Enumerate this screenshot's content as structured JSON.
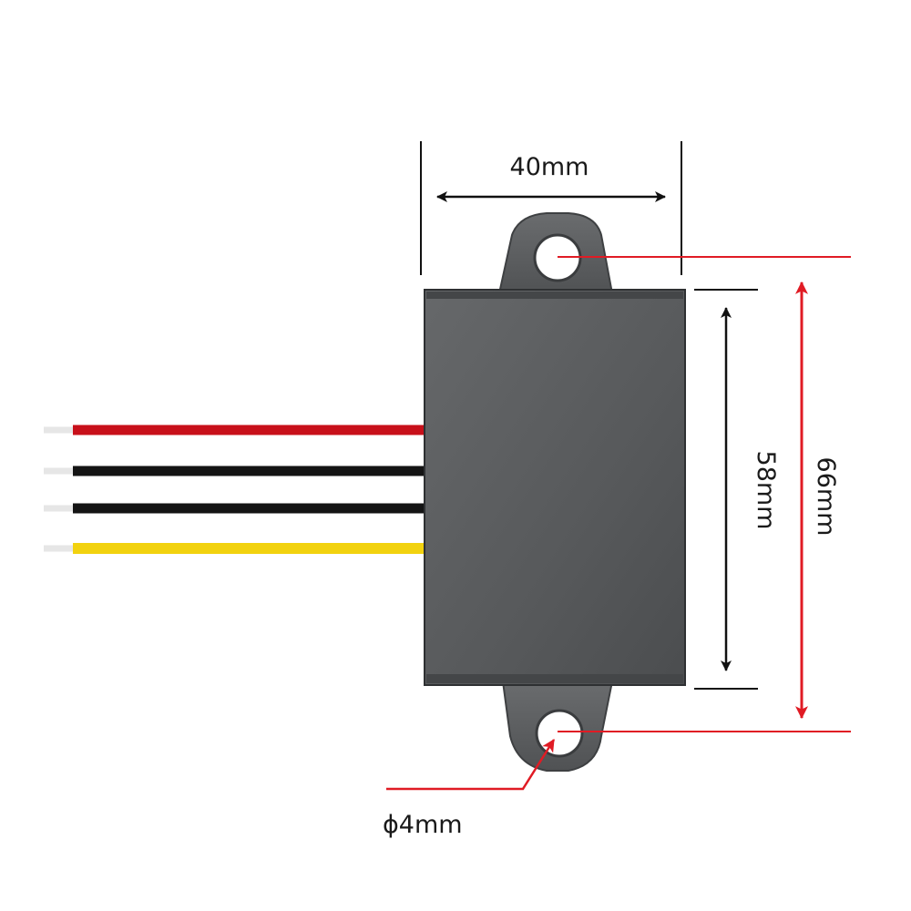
{
  "dimensions": {
    "width_label": "40mm",
    "body_height_label": "58mm",
    "total_height_label": "66mm",
    "hole_label": "ϕ4mm"
  },
  "colors": {
    "body": "#5a5c5e",
    "wire_red": "#c8101a",
    "wire_black": "#141414",
    "wire_yellow": "#f2d20f",
    "dimension_red": "#e01b24",
    "dimension_black": "#111111"
  }
}
